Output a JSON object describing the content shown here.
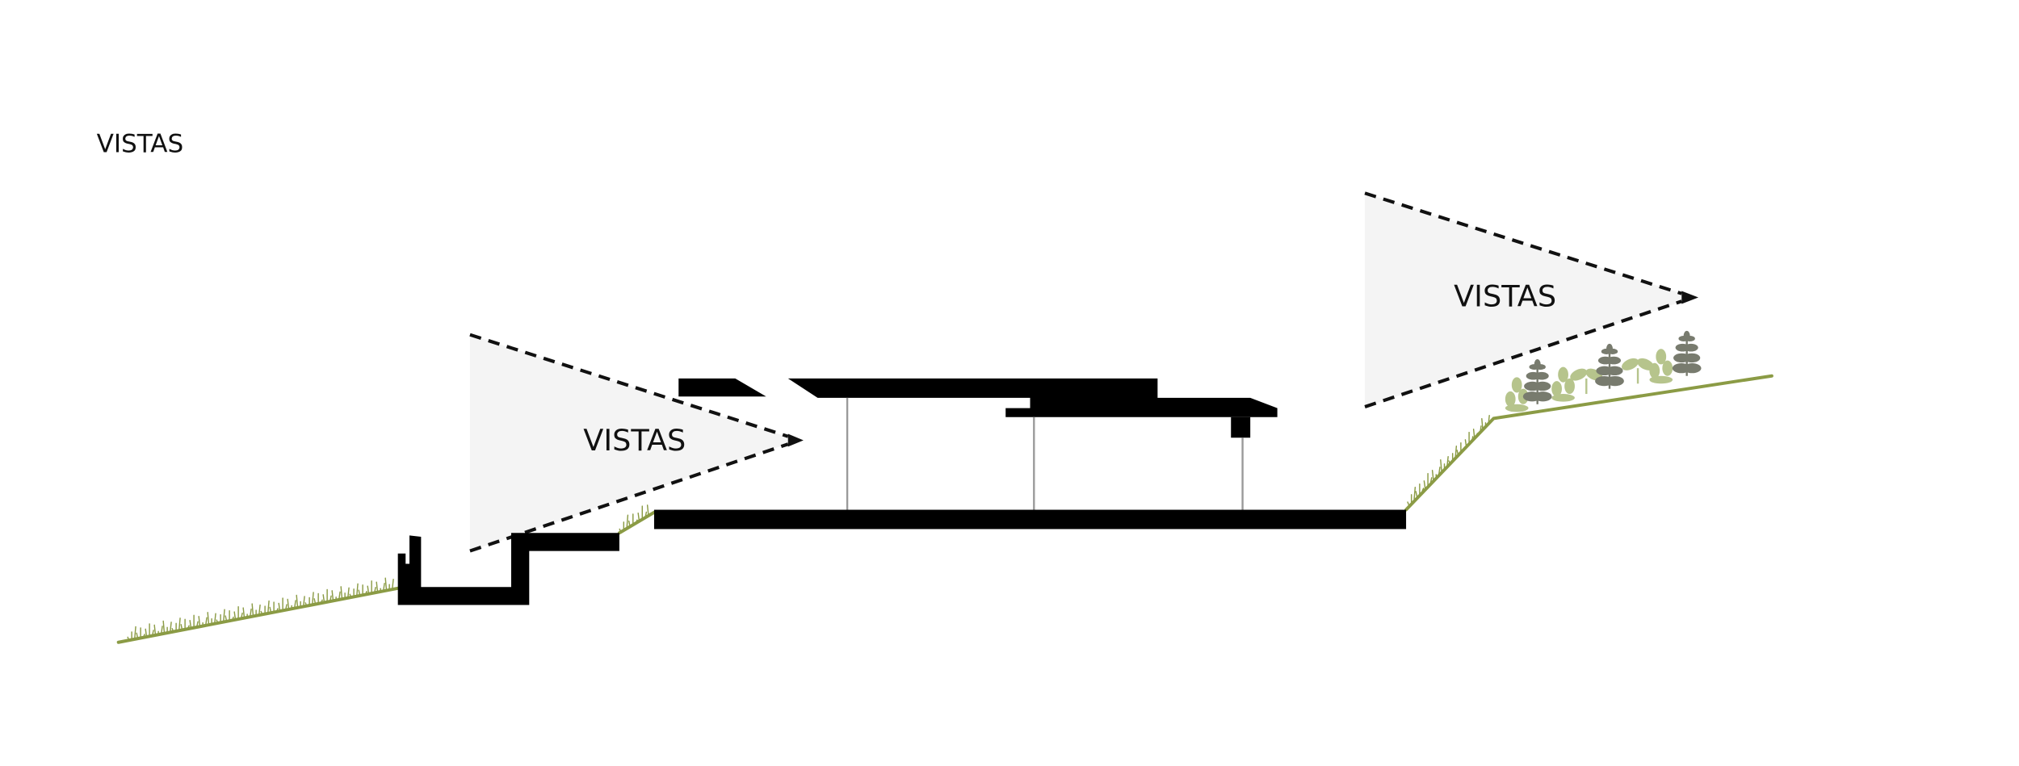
{
  "title": "VISTAS",
  "vistas": {
    "left_label": "VISTAS",
    "right_label": "VISTAS"
  },
  "colors": {
    "fill": "#f4f4f4",
    "solid": "#000000",
    "column": "#9a9a9a",
    "grass": "#8b9b45",
    "plant_dark": "#787b6e",
    "plant_light": "#b6c48c"
  }
}
